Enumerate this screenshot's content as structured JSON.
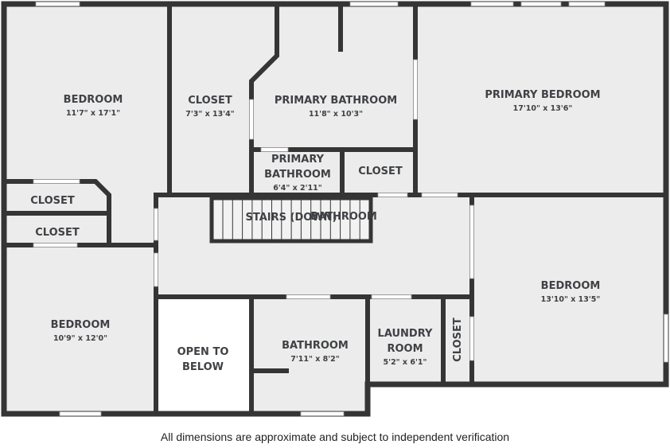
{
  "colors": {
    "wall": "#353535",
    "floor": "#ececec",
    "window": "#ffffff",
    "open": "#ffffff"
  },
  "rooms": {
    "bedroom_nw": {
      "name": "BEDROOM",
      "dim": "11'7\" x 17'1\""
    },
    "closet_top": {
      "name": "CLOSET",
      "dim": "7'3\" x 13'4\""
    },
    "primary_bath": {
      "name": "PRIMARY BATHROOM",
      "dim": "11'8\" x 10'3\""
    },
    "primary_bedroom": {
      "name": "PRIMARY BEDROOM",
      "dim": "17'10\" x 13'6\""
    },
    "primary_bath_small": {
      "line1": "PRIMARY",
      "line2": "BATHROOM",
      "dim": "6'4\" x 2'11\""
    },
    "closet_mid": {
      "name": "CLOSET"
    },
    "closet_left1": {
      "name": "CLOSET"
    },
    "closet_left2": {
      "name": "CLOSET"
    },
    "stairs": {
      "name": "STAIRS (DOWN)"
    },
    "hall_bath_label": {
      "name": "BATHROOM"
    },
    "bedroom_sw": {
      "name": "BEDROOM",
      "dim": "10'9\" x 12'0\""
    },
    "open_below": {
      "line1": "OPEN TO",
      "line2": "BELOW"
    },
    "bathroom": {
      "name": "BATHROOM",
      "dim": "7'11\" x 8'2\""
    },
    "laundry": {
      "line1": "LAUNDRY",
      "line2": "ROOM",
      "dim": "5'2\" x 6'1\""
    },
    "closet_vertical": {
      "name": "CLOSET"
    },
    "bedroom_e": {
      "name": "BEDROOM",
      "dim": "13'10\" x 13'5\""
    }
  },
  "disclaimer": "All dimensions are approximate and subject to independent verification"
}
